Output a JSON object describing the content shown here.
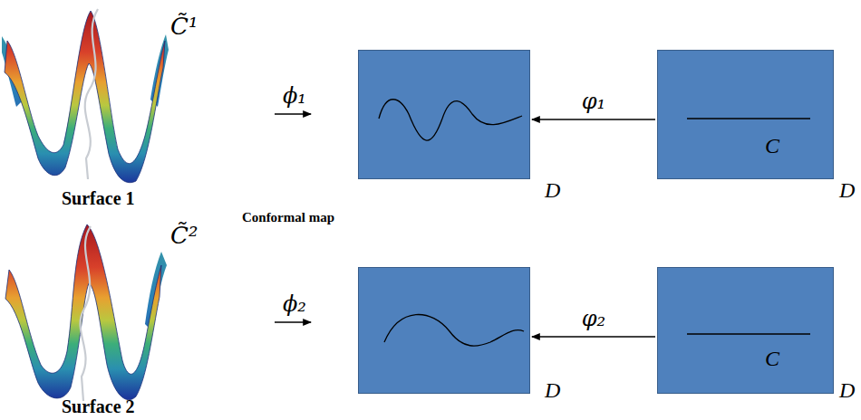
{
  "diagram": {
    "nodes": [
      {
        "text": [
          "D"
        ]
      },
      {
        "text": [
          "C",
          "D"
        ]
      },
      {
        "text": [
          "D"
        ]
      },
      {
        "text": [
          "C",
          "D"
        ]
      }
    ],
    "edges": [
      {
        "from": 1,
        "to": 0,
        "arrow": "to",
        "label": "φ₁"
      },
      {
        "from": 3,
        "to": 2,
        "arrow": "to",
        "label": "φ₂"
      }
    ],
    "labels": [
      "C̃¹",
      "Surface 1",
      "ϕ₁",
      "Conformal map",
      "C̃²",
      "ϕ₂",
      "Surface 2"
    ]
  }
}
